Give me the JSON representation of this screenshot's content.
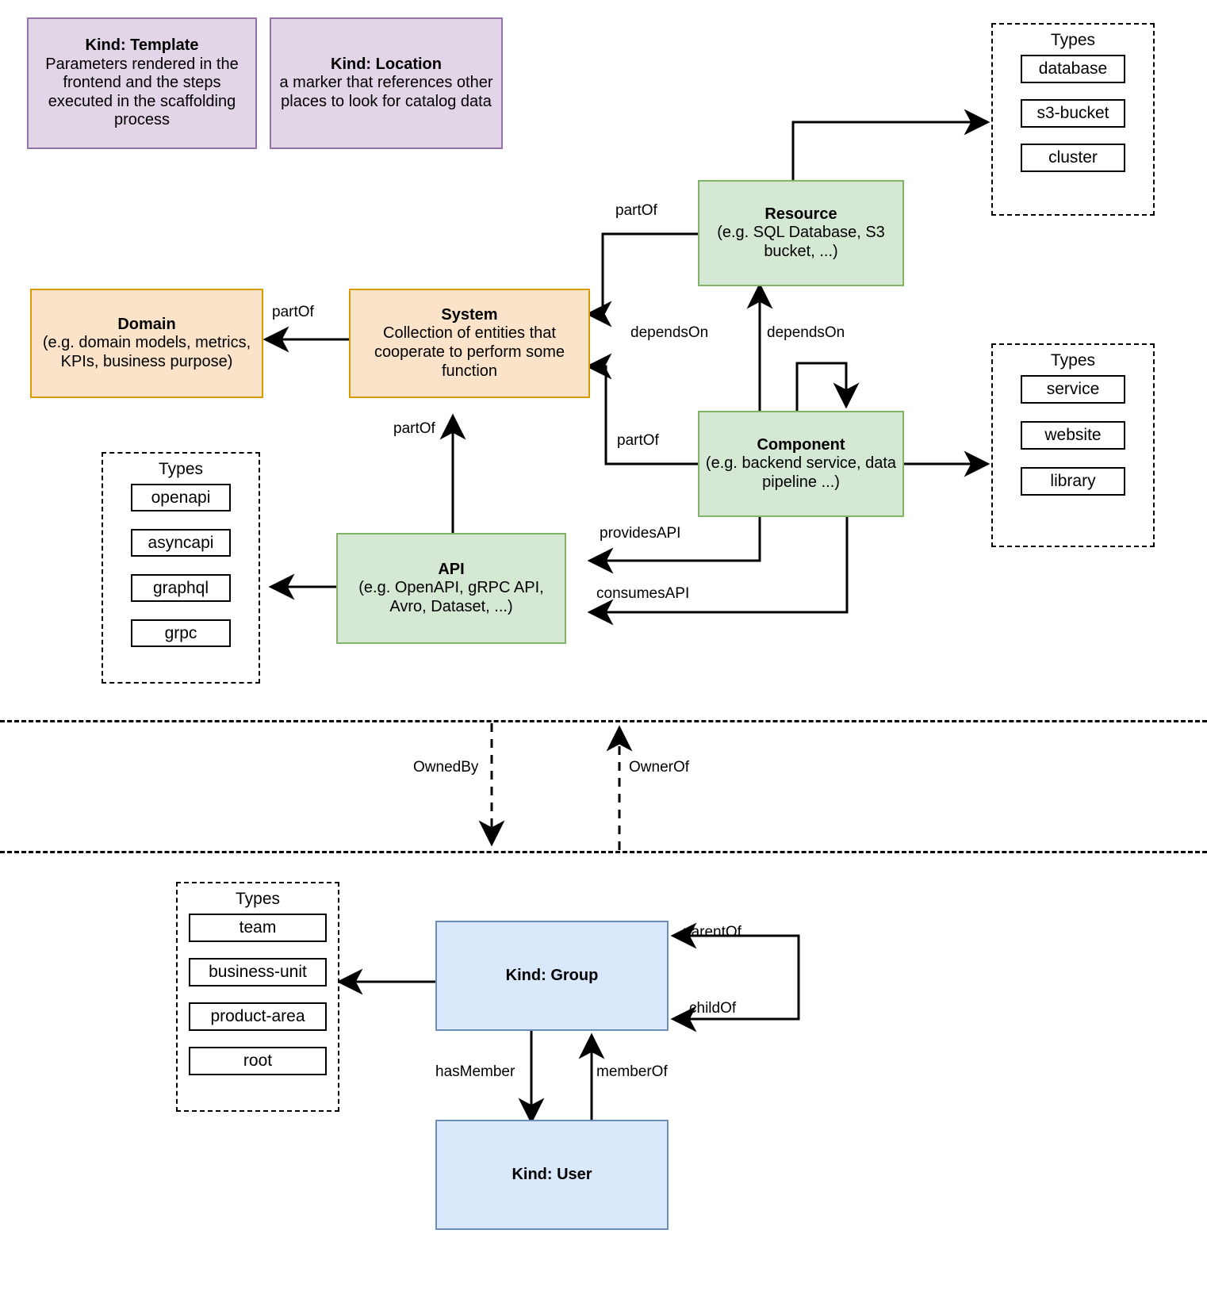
{
  "diagram": {
    "title_present": false,
    "colors": {
      "purple_fill": "#e1d5e7",
      "purple_stroke": "#9673a6",
      "orange_fill": "#fae3c8",
      "orange_stroke": "#d79b00",
      "green_fill": "#d5e8d4",
      "green_stroke": "#82b366",
      "blue_fill": "#dae8fc",
      "blue_stroke": "#6c8ebf",
      "line": "#000000"
    }
  },
  "nodes": {
    "template": {
      "title": "Kind: Template",
      "desc": "Parameters rendered in the frontend and the steps executed in  the scaffolding process"
    },
    "location": {
      "title": "Kind: Location",
      "desc": "a marker that references other places to look for catalog data"
    },
    "domain": {
      "title": "Domain",
      "desc": "(e.g.  domain models, metrics, KPIs, business purpose)"
    },
    "system": {
      "title": "System",
      "desc": "Collection of entities that cooperate to perform some function"
    },
    "resource": {
      "title": "Resource",
      "desc": "(e.g. SQL Database, S3 bucket, ...)"
    },
    "component": {
      "title": "Component",
      "desc": "(e.g. backend service, data pipeline ...)"
    },
    "api": {
      "title": "API",
      "desc": "(e.g. OpenAPI, gRPC API, Avro, Dataset, ...)"
    },
    "group": {
      "title": "Kind: Group",
      "desc": ""
    },
    "user": {
      "title": "Kind: User",
      "desc": ""
    }
  },
  "type_groups": {
    "resource_types": {
      "heading": "Types",
      "items": [
        "database",
        "s3-bucket",
        "cluster"
      ]
    },
    "component_types": {
      "heading": "Types",
      "items": [
        "service",
        "website",
        "library"
      ]
    },
    "api_types": {
      "heading": "Types",
      "items": [
        "openapi",
        "asyncapi",
        "graphql",
        "grpc"
      ]
    },
    "group_types": {
      "heading": "Types",
      "items": [
        "team",
        "business-unit",
        "product-area",
        "root"
      ]
    }
  },
  "edge_labels": {
    "resource_partof": "partOf",
    "domain_partof": "partOf",
    "system_partof_from_api": "partOf",
    "component_partof": "partOf",
    "resource_dependson": "dependsOn",
    "component_dependson_self": "dependsOn",
    "provides_api": "providesAPI",
    "consumes_api": "consumesAPI",
    "owned_by": "OwnedBy",
    "owner_of": "OwnerOf",
    "parent_of": "parentOf",
    "child_of": "childOf",
    "has_member": "hasMember",
    "member_of": "memberOf"
  }
}
